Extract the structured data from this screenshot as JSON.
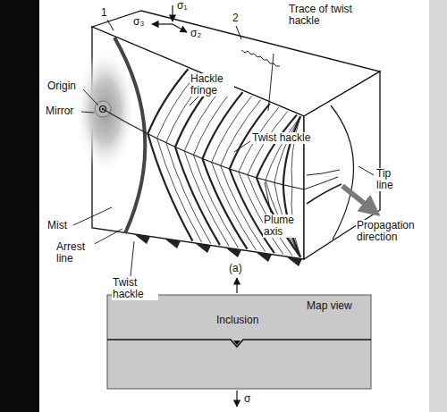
{
  "diagram": {
    "labels": [
      "σ₁",
      "1",
      "2",
      "σ₃",
      "σ₂",
      "Trace of twist hackle",
      "Origin",
      "Mirror",
      "Hackle fringe",
      "Mist",
      "Arrest line",
      "Twist hackle",
      "Twist hackle",
      "Plume axis",
      "Tip line",
      "Propagation direction",
      "(a)",
      "Map view",
      "Inclusion",
      "σ"
    ]
  }
}
